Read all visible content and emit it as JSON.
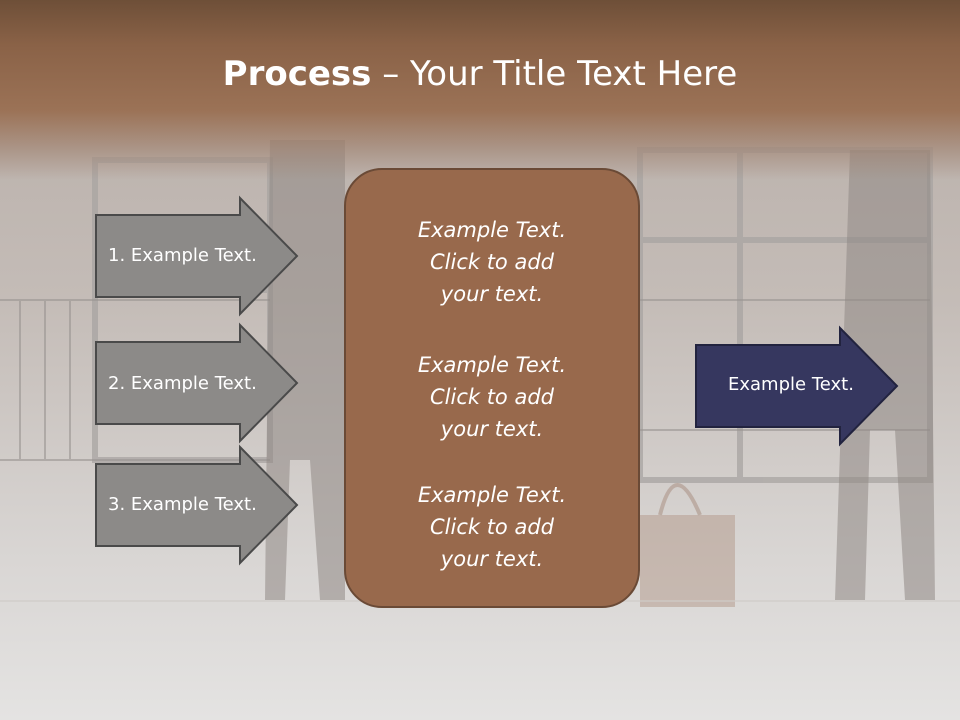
{
  "title": {
    "bold": "Process",
    "separator": " – ",
    "rest": "Your Title Text Here"
  },
  "left_arrows": [
    {
      "label": "1. Example Text."
    },
    {
      "label": "2. Example Text."
    },
    {
      "label": "3. Example Text."
    }
  ],
  "center_box": {
    "paragraphs": [
      {
        "line1": "Example Text.",
        "line2": "Click  to add",
        "line3": "your text."
      },
      {
        "line1": "Example Text.",
        "line2": "Click  to add",
        "line3": "your text."
      },
      {
        "line1": "Example Text.",
        "line2": "Click  to add",
        "line3": "your text."
      }
    ]
  },
  "right_arrow": {
    "label": "Example Text."
  },
  "colors": {
    "header": "#8a6247",
    "center_box": "#98694c",
    "left_arrow_fill": "#8c8a88",
    "right_arrow_fill": "#36375f"
  }
}
